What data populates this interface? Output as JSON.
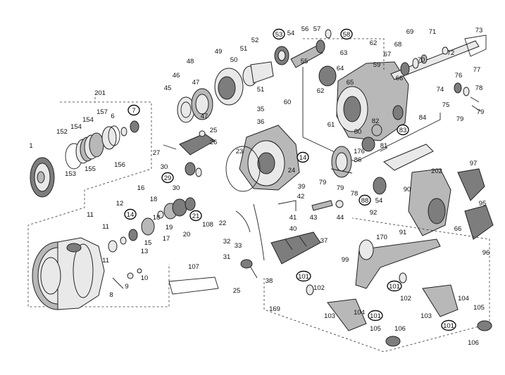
{
  "diagram": {
    "labels": [
      "201",
      "1",
      "152",
      "154",
      "154",
      "153",
      "155",
      "157",
      "6",
      "7",
      "156",
      "45",
      "46",
      "47",
      "47",
      "48",
      "49",
      "50",
      "51",
      "52",
      "53",
      "54",
      "51",
      "55",
      "56",
      "57",
      "58",
      "62",
      "63",
      "64",
      "65",
      "59",
      "60",
      "62",
      "61",
      "66",
      "67",
      "68",
      "69",
      "70",
      "71",
      "72",
      "73",
      "74",
      "75",
      "76",
      "77",
      "78",
      "79",
      "79",
      "80",
      "81",
      "82",
      "83",
      "84",
      "176",
      "35",
      "36",
      "27",
      "25",
      "26",
      "30",
      "29",
      "30",
      "23",
      "24",
      "14",
      "86",
      "79",
      "79",
      "78",
      "88",
      "54",
      "90",
      "91",
      "92",
      "202",
      "97",
      "95",
      "96",
      "66",
      "16",
      "12",
      "14",
      "15",
      "17",
      "18",
      "18",
      "19",
      "20",
      "21",
      "108",
      "22",
      "32",
      "33",
      "42",
      "43",
      "44",
      "41",
      "39",
      "40",
      "37",
      "31",
      "38",
      "25",
      "99",
      "170",
      "11",
      "11",
      "11",
      "13",
      "10",
      "9",
      "8",
      "107",
      "169",
      "101",
      "102",
      "103",
      "104",
      "101",
      "105",
      "106",
      "101",
      "102",
      "103",
      "104",
      "101",
      "105",
      "106"
    ],
    "circled": [
      "7",
      "53",
      "58",
      "83",
      "14",
      "29",
      "21",
      "14",
      "88",
      "101",
      "101",
      "101",
      "101"
    ]
  }
}
